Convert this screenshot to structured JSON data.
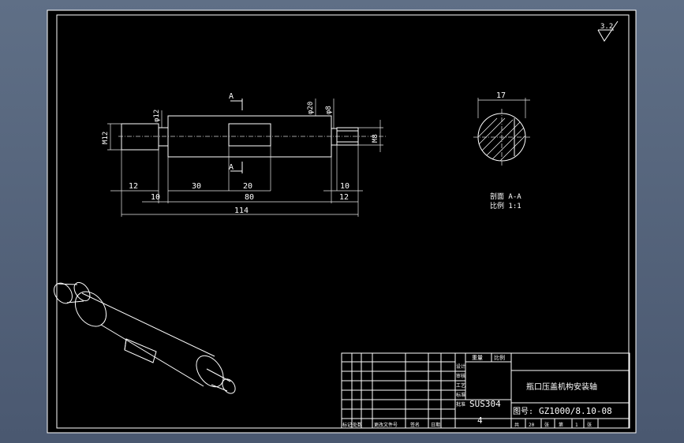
{
  "drawing": {
    "roughness_mark": "3.2",
    "section_letter_top": "A",
    "section_letter_bottom": "A",
    "dims": {
      "m12": "M12",
      "phi12": "φ12",
      "phi20": "φ20",
      "phi8": "φ8",
      "m8": "M8",
      "d12_left": "12",
      "d10_left": "10",
      "d30": "30",
      "d20": "20",
      "d80": "80",
      "d10_right": "10",
      "d12_right": "12",
      "d114": "114",
      "d17": "17"
    },
    "section_label_1": "剖面 A-A",
    "section_label_2": "比例 1:1"
  },
  "title_block": {
    "part_name": "瓶口压盖机构安装轴",
    "material": "SUS304",
    "quantity": "4",
    "drawing_no_label": "图号:",
    "drawing_no": "GZ1000/8.10-08",
    "header_weight": "重量",
    "header_ratio": "比例",
    "bottom_row": [
      "标记",
      "处数",
      "更改文件号",
      "签名",
      "日期"
    ],
    "bottom_right": [
      "共",
      "20",
      "张",
      "第",
      "1",
      "张"
    ],
    "left_labels": [
      "设计",
      "审核",
      "工艺",
      "标准",
      "批准"
    ]
  }
}
